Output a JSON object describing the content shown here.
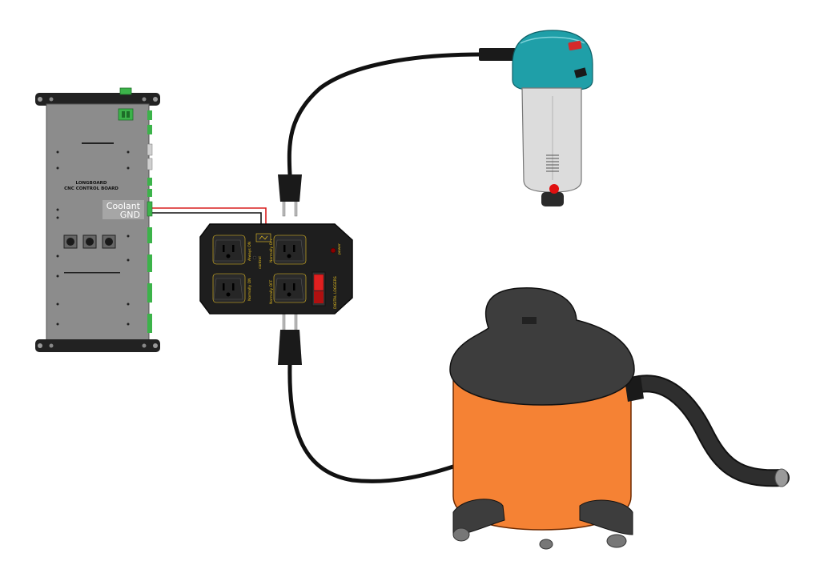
{
  "board": {
    "title_line1": "LONGBOARD",
    "title_line2": "CNC CONTROL BOARD",
    "coolant_label": "Coolant",
    "gnd_label": "GND"
  },
  "relay": {
    "outlet_label_1": "Always ON",
    "outlet_label_2": "Normally ON",
    "outlet_label_3": "Normally OFF",
    "outlet_label_4": "Normally OFF",
    "center_label": "control",
    "power_label": "power",
    "brand_label": "DIGITAL LOGGERS"
  },
  "colors": {
    "board": "#8c8c8c",
    "relay": "#1e1e1e",
    "router_cap": "#1f9fa8",
    "router_body": "#dcdcdc",
    "vacuum_body": "#f58234",
    "vacuum_lid": "#3d3d3d",
    "wire_red": "#d81e1e",
    "wire_black": "#111111",
    "terminal_green": "#3cb34a"
  }
}
